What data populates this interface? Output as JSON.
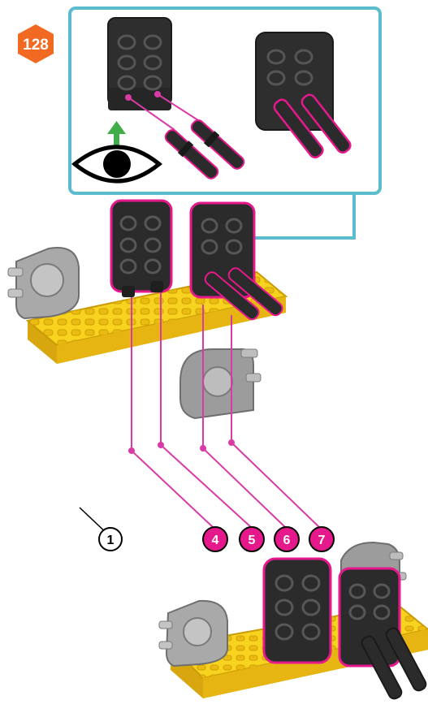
{
  "step": {
    "number": "128",
    "badge_color": "#f26a21"
  },
  "colors": {
    "frame": "#5bbccd",
    "guide_line": "#d93ba6",
    "callout_fill": "#e6198c",
    "callout_outline": "#000000",
    "base_plate": "#f7d21e",
    "base_plate_shadow": "#d8a70f",
    "part_dark": "#2b2b2b",
    "part_grey": "#a9a9a9",
    "arrow_green": "#3fae49"
  },
  "icons": {
    "viewpoint": "eye-icon",
    "direction": "up-arrow-icon"
  },
  "callouts": {
    "base": "1",
    "a": "4",
    "b": "5",
    "c": "6",
    "d": "7"
  }
}
